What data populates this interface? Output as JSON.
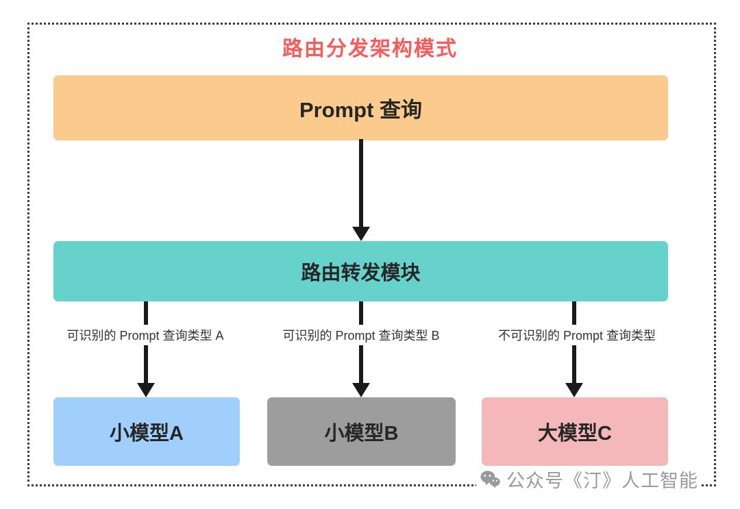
{
  "title": "路由分发架构模式",
  "colors": {
    "title": "#FB5A5A",
    "prompt_box": "#FBCA8D",
    "router_box": "#67D1CB",
    "model_a_box": "#9FCFFA",
    "model_b_box": "#9D9D9D",
    "model_c_box": "#F4B8BB",
    "arrow": "#1A1A1A",
    "edge_label_text": "#333333",
    "watermark": "#9A9A9A"
  },
  "nodes": {
    "prompt": {
      "label": "Prompt 查询"
    },
    "router": {
      "label": "路由转发模块"
    },
    "model_a": {
      "label": "小模型A"
    },
    "model_b": {
      "label": "小模型B"
    },
    "model_c": {
      "label": "大模型C"
    }
  },
  "edges": {
    "to_model_a": {
      "label": "可识别的 Prompt 查询类型 A"
    },
    "to_model_b": {
      "label": "可识别的 Prompt 查询类型 B"
    },
    "to_model_c": {
      "label": "不可识别的 Prompt 查询类型"
    }
  },
  "watermark": {
    "text": "公众号《汀》人工智能"
  }
}
